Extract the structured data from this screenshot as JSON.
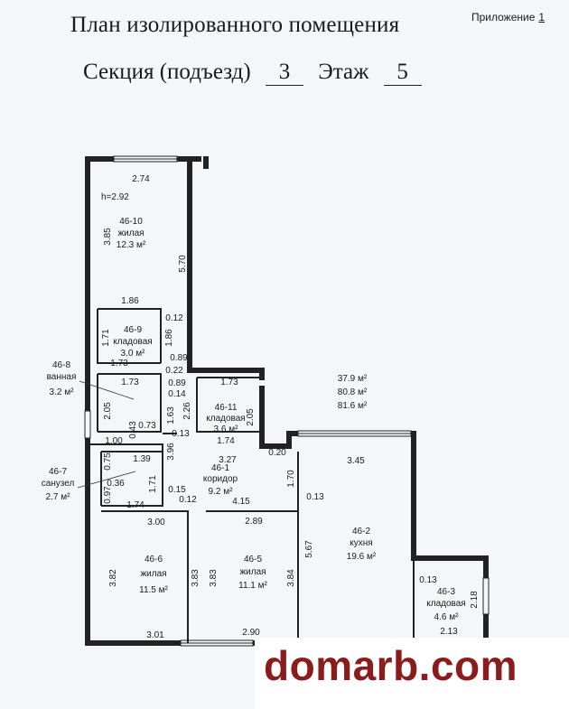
{
  "header": {
    "appendix_label": "Приложение",
    "appendix_number": "1",
    "title": "План изолированного помещения",
    "section_label": "Секция (подъезд)",
    "section_value": "3",
    "floor_label": "Этаж",
    "floor_value": "5"
  },
  "plan": {
    "ceiling_height": "h=2.92",
    "totals": [
      "37.9 м²",
      "80.8 м²",
      "81.6 м²"
    ],
    "rooms": {
      "r10": {
        "code": "46-10",
        "name": "жилая",
        "area": "12.3 м²"
      },
      "r9": {
        "code": "46-9",
        "name": "кладовая",
        "area": "3.0 м²"
      },
      "r8": {
        "code": "46-8",
        "name": "ванная",
        "area": "3.2 м²"
      },
      "r11": {
        "code": "46-11",
        "name": "кладовая",
        "area": "3.6 м²"
      },
      "r1": {
        "code": "46-1",
        "name": "коридор",
        "area": "9.2 м²"
      },
      "r7": {
        "code": "46-7",
        "name": "санузел",
        "area": "2.7 м²"
      },
      "r2": {
        "code": "46-2",
        "name": "кухня",
        "area": "19.6 м²"
      },
      "r3": {
        "code": "46-3",
        "name": "кладовая",
        "area": "4.6 м²"
      },
      "r6": {
        "code": "46-6",
        "name": "жилая",
        "area": "11.5 м²"
      },
      "r5": {
        "code": "46-5",
        "name": "жилая",
        "area": "11.1 м²"
      }
    },
    "dims": {
      "d274": "2.74",
      "d385": "3.85",
      "d570": "5.70",
      "d186a": "1.86",
      "d012a": "0.12",
      "d171a": "1.71",
      "d186b": "1.86",
      "d173a": "1.73",
      "d089a": "0.89",
      "d022": "0.22",
      "d089b": "0.89",
      "d014": "0.14",
      "d173b": "1.73",
      "d173c": "1.73",
      "d205a": "2.05",
      "d226": "2.26",
      "d163": "1.63",
      "d205b": "2.05",
      "d043": "0.43",
      "d073": "0.73",
      "d013a": "0.13",
      "d174a": "1.74",
      "d100": "1.00",
      "d139": "1.39",
      "d396": "3.96",
      "d327": "3.27",
      "d020": "0.20",
      "d345": "3.45",
      "d075": "0.75",
      "d036": "0.36",
      "d171b": "1.71",
      "d170": "1.70",
      "d097": "0.97",
      "d015": "0.15",
      "d174b": "1.74",
      "d012b": "0.12",
      "d415": "4.15",
      "d013b": "0.13",
      "d300": "3.00",
      "d289": "2.89",
      "d567": "5.67",
      "d382": "3.82",
      "d383a": "3.83",
      "d383b": "3.83",
      "d384": "3.84",
      "d013c": "0.13",
      "d218": "2.18",
      "d213": "2.13",
      "d301": "3.01",
      "d290": "2.90"
    }
  },
  "watermark": "domarb.com"
}
